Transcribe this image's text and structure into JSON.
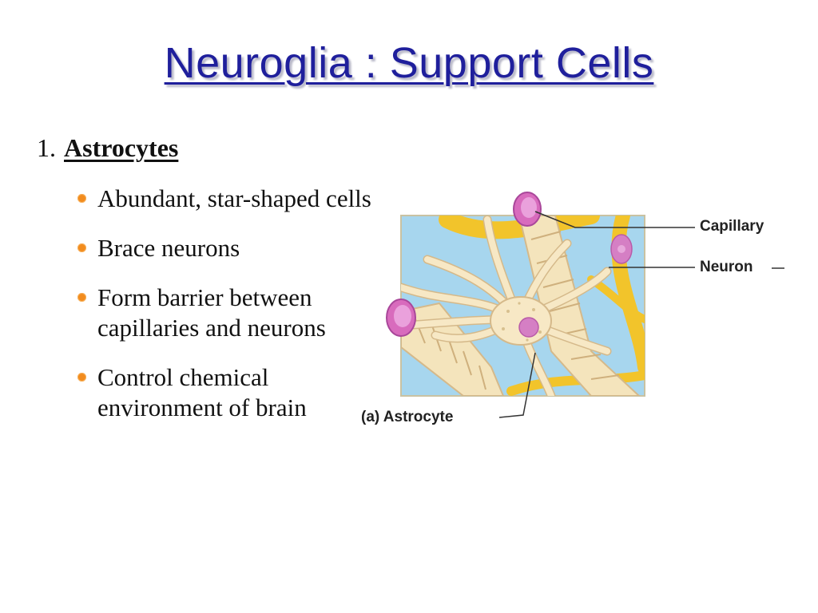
{
  "slide": {
    "title": "Neuroglia : Support Cells",
    "section_number": "1.",
    "section_heading": "Astrocytes",
    "bullets": [
      "Abundant, star-shaped cells",
      "Brace neurons",
      "Form barrier between capillaries and neurons",
      "Control chemical environment of brain"
    ]
  },
  "diagram": {
    "labels": {
      "capillary": "Capillary",
      "neuron": "Neuron",
      "caption": "(a) Astrocyte"
    },
    "colors": {
      "background": "#a7d6ee",
      "astrocyte": "#f7e8c5",
      "astrocyte_outline": "#d5b98a",
      "capillary_end": "#d86bbd",
      "neuron": "#f2c42b",
      "nucleus": "#d57fc4"
    }
  },
  "colors": {
    "title": "#1f1f9c",
    "bullet": "#f28c1e",
    "text": "#111111"
  }
}
